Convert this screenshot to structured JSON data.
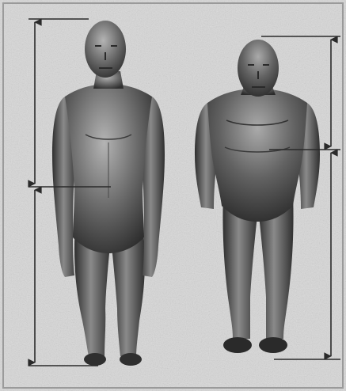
{
  "figure": {
    "background": "#d8d8d8",
    "frame_color": "#9a9a9a",
    "line_color": "#2a2a2a",
    "skin_dark": "#2f2f2f",
    "skin_mid": "#6a6a6a",
    "skin_light": "#b4b4b4",
    "figures": [
      {
        "label": "",
        "build": "slim"
      },
      {
        "label": "",
        "build": "stocky"
      }
    ],
    "measurements": [
      {
        "figure": 0,
        "segment": "upper",
        "fraction": 0.484
      },
      {
        "figure": 0,
        "segment": "lower",
        "fraction": 0.516
      },
      {
        "figure": 1,
        "segment": "upper",
        "fraction": 0.357
      },
      {
        "figure": 1,
        "segment": "lower",
        "fraction": 0.643
      }
    ]
  }
}
